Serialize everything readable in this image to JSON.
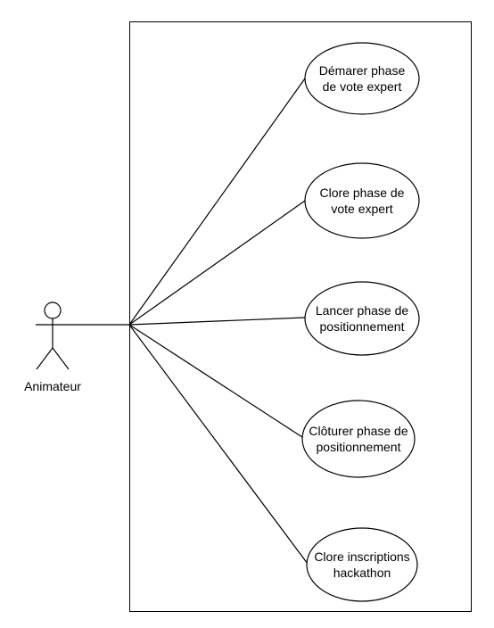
{
  "actor": {
    "name": "Animateur"
  },
  "use_cases": [
    {
      "line1": "Démarer phase",
      "line2": "de vote expert"
    },
    {
      "line1": "Clore phase de",
      "line2": "vote expert"
    },
    {
      "line1": "Lancer phase de",
      "line2": "positionnement"
    },
    {
      "line1": "Clôturer phase de",
      "line2": "positionnement"
    },
    {
      "line1": "Clore inscriptions",
      "line2": "hackathon"
    }
  ],
  "colors": {
    "stroke": "#000000",
    "fill": "#ffffff"
  }
}
